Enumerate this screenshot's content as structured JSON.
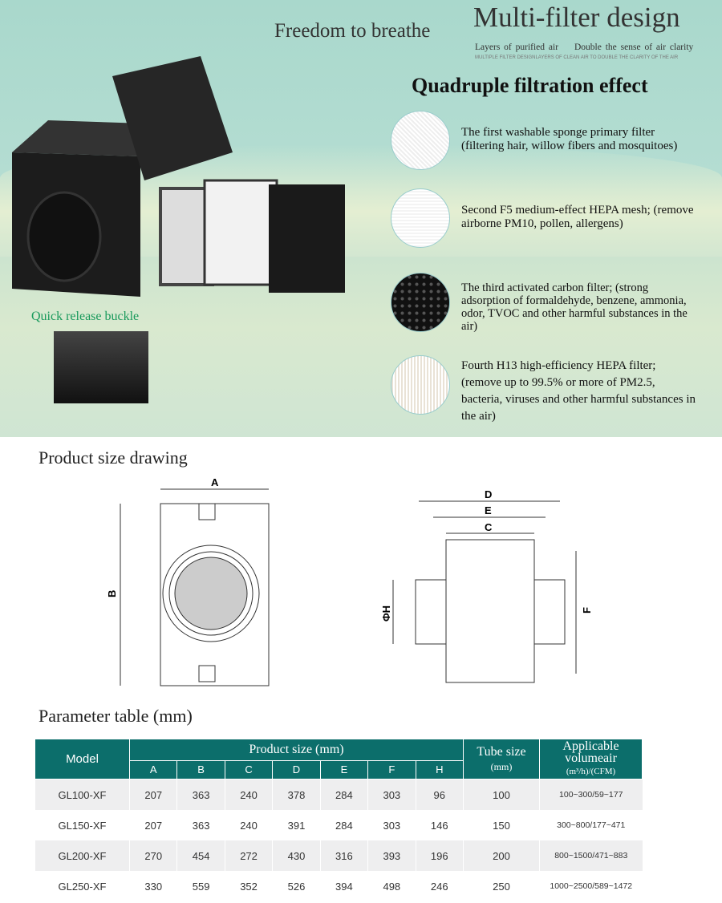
{
  "hero": {
    "tagline": "Freedom to breathe",
    "title": "Multi-filter design",
    "sub1": "Layers of purified air",
    "sub2": "Double the sense of air clarity",
    "tiny": "MULTIPLE FILTER DESIGNLAYERS OF CLEAN AIR TO DOUBLE THE CLARITY OF THE AIR",
    "heading": "Quadruple filtration effect",
    "quick": "Quick release buckle"
  },
  "filters": [
    {
      "text": "The first washable sponge primary filter (filtering hair, willow fibers and mosquitoes)"
    },
    {
      "text": "Second F5 medium-effect HEPA mesh; (remove airborne PM10, pollen, allergens)"
    },
    {
      "text": "The third activated carbon filter; (strong adsorption of formaldehyde, benzene, ammonia, odor, TVOC and other harmful substances in the air)"
    },
    {
      "text": "Fourth H13 high-efficiency HEPA filter; (remove up to 99.5% or more of PM2.5, bacteria, viruses and other harmful substances in the air)"
    }
  ],
  "drawing": {
    "title": "Product size drawing",
    "labels": {
      "A": "A",
      "B": "B",
      "C": "C",
      "D": "D",
      "E": "E",
      "F": "F",
      "H": "ΦH"
    }
  },
  "table": {
    "title": "Parameter table (mm)",
    "model": "Model",
    "product_size": "Product size (mm)",
    "cols": [
      "A",
      "B",
      "C",
      "D",
      "E",
      "F",
      "H"
    ],
    "tube": "Tube size",
    "tube_unit": "(mm)",
    "vol": "Applicable volumeair",
    "vol_unit": "(m³/h)/(CFM)",
    "rows": [
      [
        "GL100-XF",
        "207",
        "363",
        "240",
        "378",
        "284",
        "303",
        "96",
        "100",
        "100~300/59~177"
      ],
      [
        "GL150-XF",
        "207",
        "363",
        "240",
        "391",
        "284",
        "303",
        "146",
        "150",
        "300~800/177~471"
      ],
      [
        "GL200-XF",
        "270",
        "454",
        "272",
        "430",
        "316",
        "393",
        "196",
        "200",
        "800~1500/471~883"
      ],
      [
        "GL250-XF",
        "330",
        "559",
        "352",
        "526",
        "394",
        "498",
        "246",
        "250",
        "1000~2500/589~1472"
      ]
    ]
  }
}
